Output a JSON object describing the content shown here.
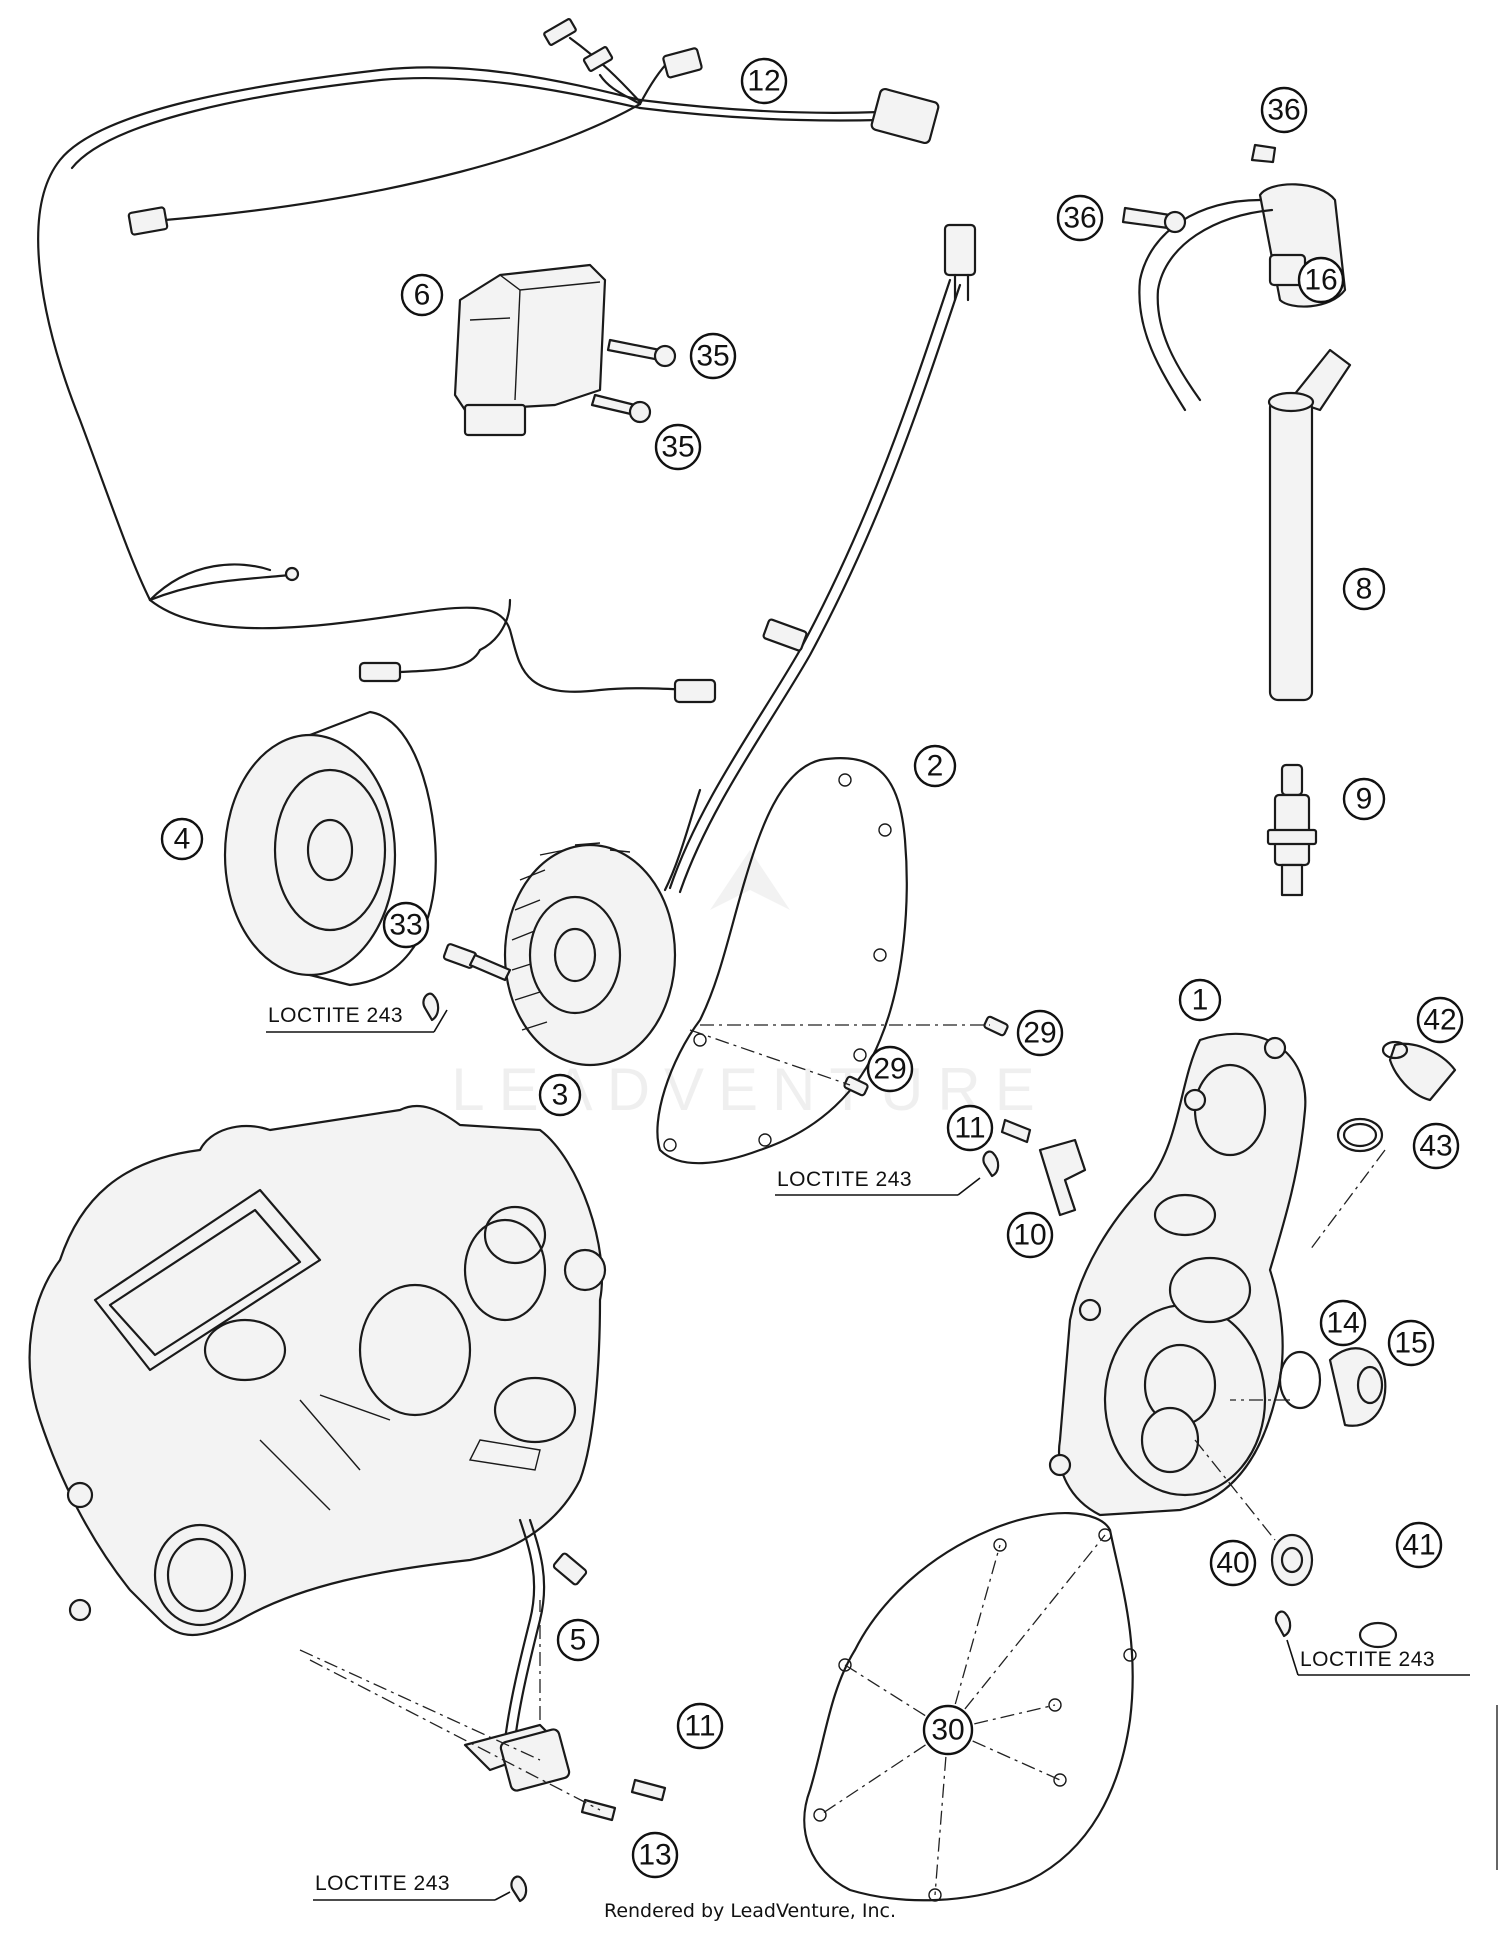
{
  "callouts": [
    {
      "id": "c1",
      "label": "1"
    },
    {
      "id": "c2",
      "label": "2"
    },
    {
      "id": "c3",
      "label": "3"
    },
    {
      "id": "c4",
      "label": "4"
    },
    {
      "id": "c5",
      "label": "5"
    },
    {
      "id": "c6",
      "label": "6"
    },
    {
      "id": "c8",
      "label": "8"
    },
    {
      "id": "c9",
      "label": "9"
    },
    {
      "id": "c10",
      "label": "10"
    },
    {
      "id": "c11a",
      "label": "11"
    },
    {
      "id": "c11b",
      "label": "11"
    },
    {
      "id": "c12",
      "label": "12"
    },
    {
      "id": "c13",
      "label": "13"
    },
    {
      "id": "c14",
      "label": "14"
    },
    {
      "id": "c15",
      "label": "15"
    },
    {
      "id": "c16",
      "label": "16"
    },
    {
      "id": "c29a",
      "label": "29"
    },
    {
      "id": "c29b",
      "label": "29"
    },
    {
      "id": "c30",
      "label": "30"
    },
    {
      "id": "c33",
      "label": "33"
    },
    {
      "id": "c35a",
      "label": "35"
    },
    {
      "id": "c35b",
      "label": "35"
    },
    {
      "id": "c36a",
      "label": "36"
    },
    {
      "id": "c36b",
      "label": "36"
    },
    {
      "id": "c40",
      "label": "40"
    },
    {
      "id": "c41",
      "label": "41"
    },
    {
      "id": "c42",
      "label": "42"
    },
    {
      "id": "c43",
      "label": "43"
    }
  ],
  "notes": {
    "loctite_1": "LOCTITE 243",
    "loctite_2": "LOCTITE 243",
    "loctite_3": "LOCTITE 243",
    "loctite_4": "LOCTITE 243"
  },
  "watermark": "LEADVENTURE",
  "footer": "Rendered by LeadVenture, Inc."
}
